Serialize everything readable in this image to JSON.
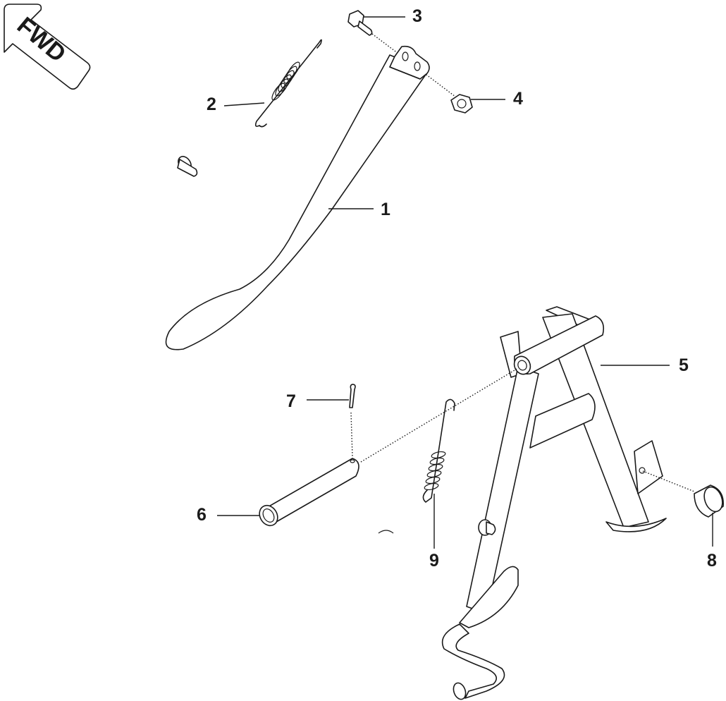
{
  "diagram": {
    "type": "exploded parts diagram",
    "subject": "side stand and main stand assembly",
    "direction_indicator": {
      "label": "FWD",
      "icon": "forward-arrow-icon"
    },
    "callouts": [
      {
        "number": "1",
        "part": "side stand"
      },
      {
        "number": "2",
        "part": "side stand spring"
      },
      {
        "number": "3",
        "part": "bolt"
      },
      {
        "number": "4",
        "part": "nut"
      },
      {
        "number": "5",
        "part": "main stand"
      },
      {
        "number": "6",
        "part": "pivot pin"
      },
      {
        "number": "7",
        "part": "cotter pin"
      },
      {
        "number": "8",
        "part": "rubber stopper"
      },
      {
        "number": "9",
        "part": "main stand spring"
      }
    ],
    "colors": {
      "line": "#1a1a1a",
      "background": "#ffffff"
    }
  }
}
